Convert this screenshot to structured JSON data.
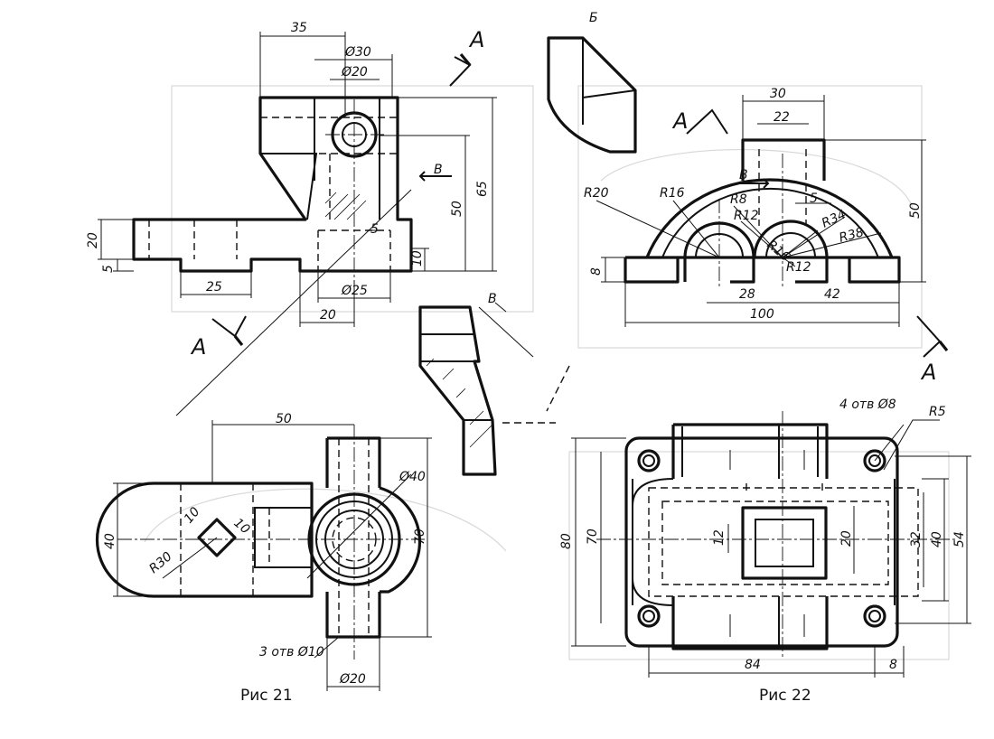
{
  "figures": {
    "fig21": {
      "caption": "Рис 21",
      "front_view": {
        "dims": {
          "d35": "35",
          "d_phi30": "Ø30",
          "d_phi20": "Ø20",
          "d65": "65",
          "d50": "50",
          "d20": "20",
          "d5": "5",
          "d25": "25",
          "d10": "10",
          "d_phi25": "Ø25",
          "d20b": "20",
          "d5b": "5"
        },
        "cut_marks": {
          "a_top": "A",
          "a_bottom": "A",
          "b": "B",
          "b_section": "B"
        }
      },
      "top_view": {
        "dims": {
          "d50": "50",
          "d_phi40": "Ø40",
          "d40": "40",
          "d70": "70",
          "r30": "R30",
          "d10a": "10",
          "d10b": "10",
          "holes": "3 отв Ø10",
          "d_phi20": "Ø20"
        }
      }
    },
    "fig22": {
      "caption": "Рис 22",
      "view_label_b": "Б",
      "front_view": {
        "dims": {
          "d30": "30",
          "d22": "22",
          "d50": "50",
          "r20": "R20",
          "r16": "R16",
          "r8": "R8",
          "r12a": "R12",
          "d5": "5",
          "r34": "R34",
          "r38": "R38",
          "r16b": "R16",
          "r12b": "R12",
          "d8": "8",
          "d28": "28",
          "d42": "42",
          "d100": "100"
        },
        "cut_marks": {
          "a_top": "A",
          "a_bottom": "A",
          "b": "B"
        }
      },
      "top_view": {
        "dims": {
          "holes": "4 отв Ø8",
          "r5": "R5",
          "d80": "80",
          "d70": "70",
          "d12": "12",
          "d20": "20",
          "d32": "32",
          "d40": "40",
          "d54": "54",
          "d84": "84",
          "d8": "8"
        }
      }
    }
  }
}
